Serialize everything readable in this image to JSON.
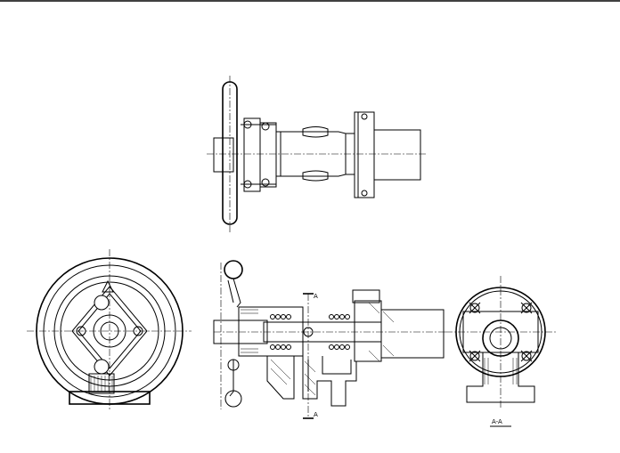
{
  "labels": {
    "section_mark_top": "A",
    "section_mark_bottom": "A",
    "section_view": "A-A"
  },
  "title_block": {
    "line1": "",
    "line2": ""
  }
}
